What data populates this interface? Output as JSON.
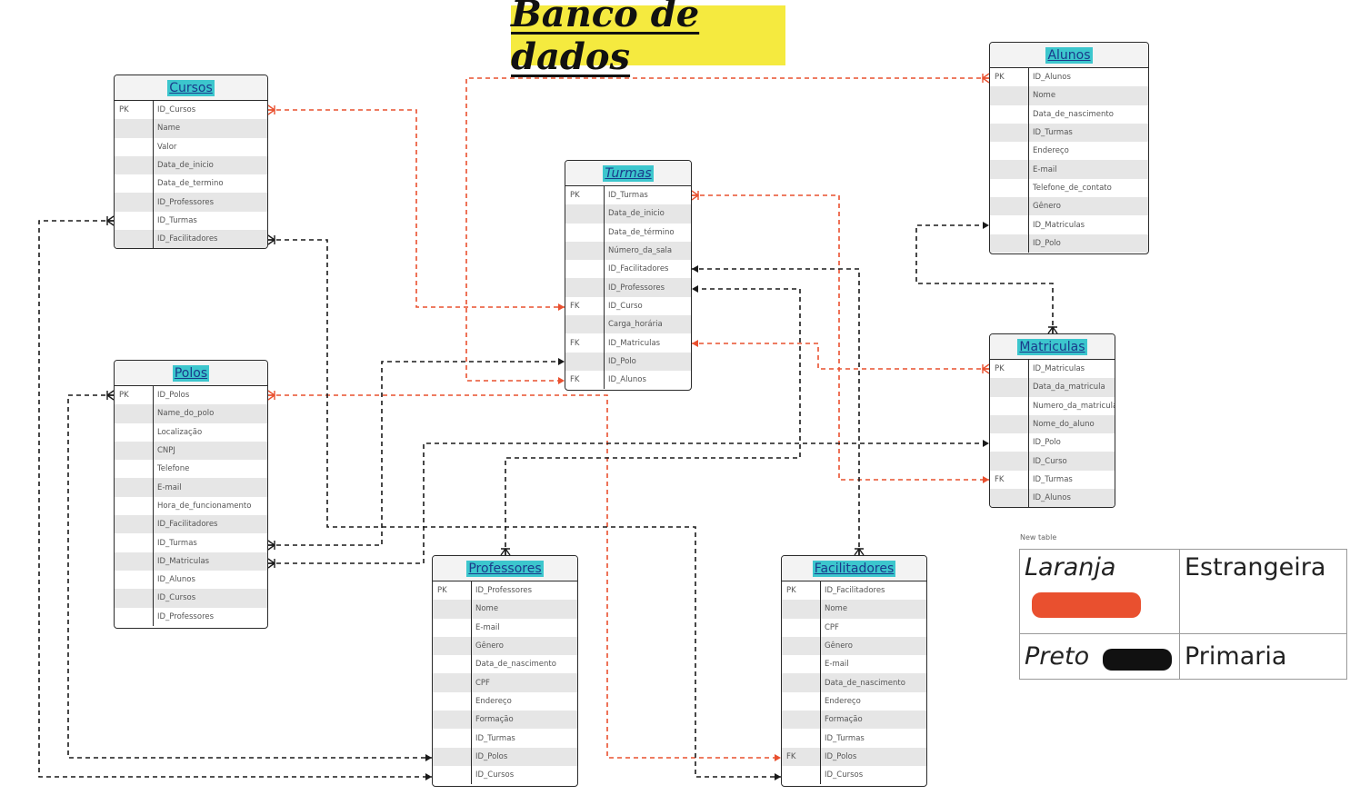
{
  "title": "Banco de dados",
  "entities": {
    "cursos": {
      "name": "Cursos",
      "rows": [
        {
          "key": "PK",
          "field": "ID_Cursos"
        },
        {
          "key": "",
          "field": "Name"
        },
        {
          "key": "",
          "field": "Valor"
        },
        {
          "key": "",
          "field": "Data_de_inicio"
        },
        {
          "key": "",
          "field": "Data_de_termino"
        },
        {
          "key": "",
          "field": "ID_Professores"
        },
        {
          "key": "",
          "field": "ID_Turmas"
        },
        {
          "key": "",
          "field": "ID_Facilitadores"
        }
      ]
    },
    "polos": {
      "name": "Polos",
      "rows": [
        {
          "key": "PK",
          "field": "ID_Polos"
        },
        {
          "key": "",
          "field": "Name_do_polo"
        },
        {
          "key": "",
          "field": "Localização"
        },
        {
          "key": "",
          "field": "CNPJ"
        },
        {
          "key": "",
          "field": "Telefone"
        },
        {
          "key": "",
          "field": "E-mail"
        },
        {
          "key": "",
          "field": "Hora_de_funcionamento"
        },
        {
          "key": "",
          "field": "ID_Facilitadores"
        },
        {
          "key": "",
          "field": "ID_Turmas"
        },
        {
          "key": "",
          "field": "ID_Matriculas"
        },
        {
          "key": "",
          "field": "ID_Alunos"
        },
        {
          "key": "",
          "field": "ID_Cursos"
        },
        {
          "key": "",
          "field": "ID_Professores"
        }
      ]
    },
    "turmas": {
      "name": "Turmas",
      "rows": [
        {
          "key": "PK",
          "field": "ID_Turmas"
        },
        {
          "key": "",
          "field": "Data_de_inicio"
        },
        {
          "key": "",
          "field": "Data_de_término"
        },
        {
          "key": "",
          "field": "Número_da_sala"
        },
        {
          "key": "",
          "field": "ID_Facilitadores"
        },
        {
          "key": "",
          "field": "ID_Professores"
        },
        {
          "key": "FK",
          "field": "ID_Curso"
        },
        {
          "key": "",
          "field": "Carga_horária"
        },
        {
          "key": "FK",
          "field": "ID_Matriculas"
        },
        {
          "key": "",
          "field": "ID_Polo"
        },
        {
          "key": "FK",
          "field": "ID_Alunos"
        }
      ]
    },
    "alunos": {
      "name": "Alunos",
      "rows": [
        {
          "key": "PK",
          "field": "ID_Alunos"
        },
        {
          "key": "",
          "field": "Nome"
        },
        {
          "key": "",
          "field": "Data_de_nascimento"
        },
        {
          "key": "",
          "field": "ID_Turmas"
        },
        {
          "key": "",
          "field": "Endereço"
        },
        {
          "key": "",
          "field": "E-mail"
        },
        {
          "key": "",
          "field": "Telefone_de_contato"
        },
        {
          "key": "",
          "field": "Gênero"
        },
        {
          "key": "",
          "field": "ID_Matriculas"
        },
        {
          "key": "",
          "field": "ID_Polo"
        }
      ]
    },
    "matriculas": {
      "name": "Matriculas",
      "rows": [
        {
          "key": "PK",
          "field": "ID_Matriculas"
        },
        {
          "key": "",
          "field": "Data_da_matricula"
        },
        {
          "key": "",
          "field": "Numero_da_matricula"
        },
        {
          "key": "",
          "field": "Nome_do_aluno"
        },
        {
          "key": "",
          "field": "ID_Polo"
        },
        {
          "key": "",
          "field": "ID_Curso"
        },
        {
          "key": "FK",
          "field": "ID_Turmas"
        },
        {
          "key": "",
          "field": "ID_Alunos"
        }
      ]
    },
    "professores": {
      "name": "Professores",
      "rows": [
        {
          "key": "PK",
          "field": "ID_Professores"
        },
        {
          "key": "",
          "field": "Nome"
        },
        {
          "key": "",
          "field": "E-mail"
        },
        {
          "key": "",
          "field": "Gênero"
        },
        {
          "key": "",
          "field": "Data_de_nascimento"
        },
        {
          "key": "",
          "field": "CPF"
        },
        {
          "key": "",
          "field": "Endereço"
        },
        {
          "key": "",
          "field": "Formação"
        },
        {
          "key": "",
          "field": "ID_Turmas"
        },
        {
          "key": "",
          "field": "ID_Polos"
        },
        {
          "key": "",
          "field": "ID_Cursos"
        }
      ]
    },
    "facilitadores": {
      "name": "Facilitadores",
      "rows": [
        {
          "key": "PK",
          "field": "ID_Facilitadores"
        },
        {
          "key": "",
          "field": "Nome"
        },
        {
          "key": "",
          "field": "CPF"
        },
        {
          "key": "",
          "field": "Gênero"
        },
        {
          "key": "",
          "field": "E-mail"
        },
        {
          "key": "",
          "field": "Data_de_nascimento"
        },
        {
          "key": "",
          "field": "Endereço"
        },
        {
          "key": "",
          "field": "Formação"
        },
        {
          "key": "",
          "field": "ID_Turmas"
        },
        {
          "key": "FK",
          "field": "ID_Polos"
        },
        {
          "key": "",
          "field": "ID_Cursos"
        }
      ]
    }
  },
  "legend": {
    "label": "New table",
    "items": [
      {
        "name": "Laranja",
        "type": "Estrangeira",
        "color": "#e9502f"
      },
      {
        "name": "Preto",
        "type": "Primaria",
        "color": "#111111"
      }
    ]
  },
  "colors": {
    "foreign": "#e9502f",
    "primary": "#1a1a1a",
    "header_highlight": "#3cc6cd",
    "title_bg": "#f5ea3f"
  }
}
